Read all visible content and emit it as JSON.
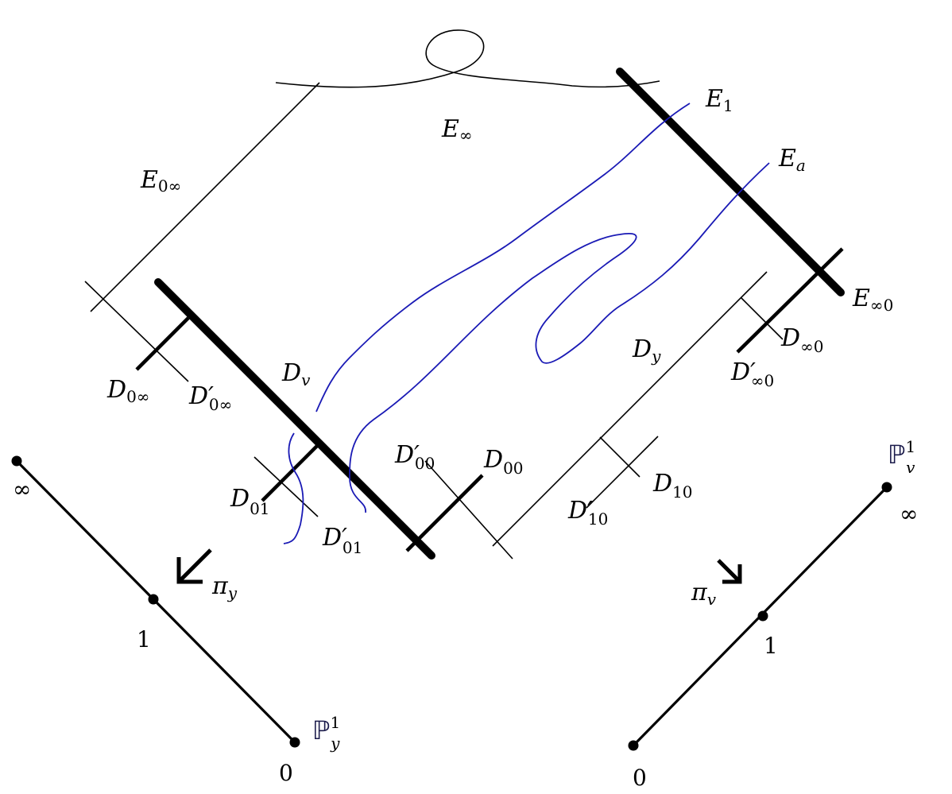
{
  "labels": {
    "E_inf": {
      "base": "E",
      "sub": "∞"
    },
    "E_0inf": {
      "base": "E",
      "sub": "0∞"
    },
    "E_1": {
      "base": "E",
      "sub": "1"
    },
    "E_a": {
      "base": "E",
      "sub": "a"
    },
    "E_inf0": {
      "base": "E",
      "sub": "∞0"
    },
    "D_v": {
      "base": "D",
      "sub": "v"
    },
    "D_y": {
      "base": "D",
      "sub": "y"
    },
    "D_0inf": {
      "base": "D",
      "sub": "0∞"
    },
    "D_0inf_p": {
      "base": "D",
      "prime": "′",
      "sub": "0∞"
    },
    "D_01": {
      "base": "D",
      "sub": "01"
    },
    "D_01_p": {
      "base": "D",
      "prime": "′",
      "sub": "01"
    },
    "D_00_p": {
      "base": "D",
      "prime": "′",
      "sub": "00"
    },
    "D_00": {
      "base": "D",
      "sub": "00"
    },
    "D_10": {
      "base": "D",
      "sub": "10"
    },
    "D_10_p": {
      "base": "D",
      "prime": "′",
      "sub": "10"
    },
    "D_inf0": {
      "base": "D",
      "sub": "∞0"
    },
    "D_inf0_p": {
      "base": "D",
      "prime": "′",
      "sub": "∞0"
    },
    "pi_y": {
      "base": "π",
      "sub": "y"
    },
    "pi_v": {
      "base": "π",
      "sub": "v"
    },
    "P1_y": {
      "base": "ℙ",
      "sup": "1",
      "sub": "y"
    },
    "P1_v": {
      "base": "ℙ",
      "sup": "1",
      "sub": "v"
    }
  },
  "left_line": {
    "inf": "∞",
    "one": "1",
    "zero": "0"
  },
  "right_line": {
    "inf": "∞",
    "one": "1",
    "zero": "0"
  },
  "colors": {
    "curve": "#1a1ab5",
    "ink": "#000000"
  }
}
